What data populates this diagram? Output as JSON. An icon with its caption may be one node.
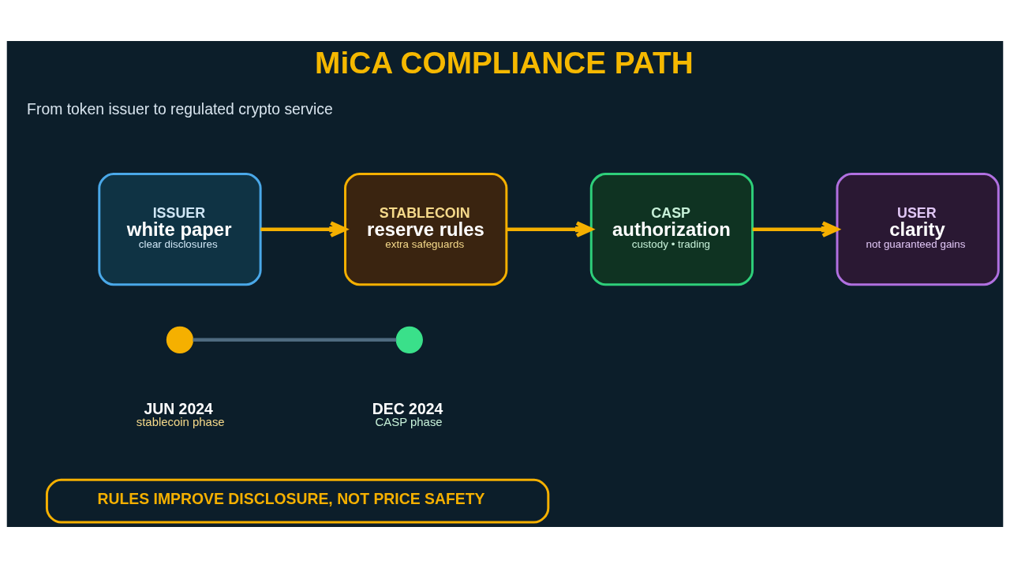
{
  "diagram": {
    "title": "MiCA COMPLIANCE PATH",
    "nodes": [
      {
        "text": [
          "ISSUER",
          "white paper",
          "clear disclosures"
        ]
      },
      {
        "text": [
          "STABLECOIN",
          "reserve rules",
          "extra safeguards"
        ]
      },
      {
        "text": [
          "CASP",
          "authorization",
          "custody • trading"
        ]
      },
      {
        "text": [
          "USER",
          "clarity",
          "not guaranteed gains"
        ]
      },
      {
        "text": [],
        "shape": "circle",
        "beside": [
          "JUN 2024",
          "stablecoin phase"
        ]
      },
      {
        "text": [],
        "shape": "circle",
        "beside": [
          "DEC 2024",
          "CASP phase"
        ]
      },
      {
        "text": [
          "RULES IMPROVE DISCLOSURE, NOT PRICE SAFETY"
        ]
      }
    ],
    "edges": [
      {
        "from": 0,
        "to": 1,
        "arrow": "to"
      },
      {
        "from": 1,
        "to": 2,
        "arrow": "to"
      },
      {
        "from": 2,
        "to": 3,
        "arrow": "to"
      },
      {
        "from": 4,
        "to": 5,
        "arrow": "none",
        "color": "#4f6b80"
      }
    ],
    "labels": [
      "From token issuer to regulated crypto service"
    ]
  }
}
